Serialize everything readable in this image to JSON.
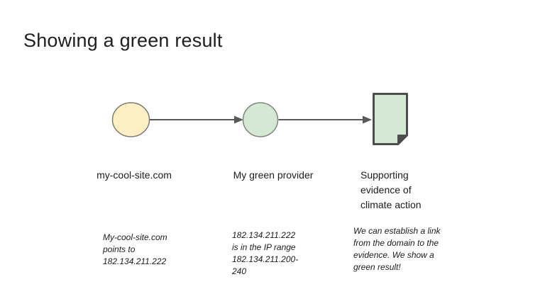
{
  "slide": {
    "title": "Showing a green result"
  },
  "diagram": {
    "arrow_color": "#595959",
    "nodes": [
      {
        "id": "domain",
        "shape": "circle",
        "label": "my-cool-site.com",
        "fill": "#fdf0c5",
        "stroke": "#7d7d76"
      },
      {
        "id": "provider",
        "shape": "circle",
        "label": "My green provider",
        "fill": "#d5e8d4",
        "stroke": "#7d8a7d"
      },
      {
        "id": "evidence",
        "shape": "document",
        "label": "Supporting\nevidence of\nclimate action",
        "fill": "#d5e8d4",
        "stroke": "#4d4d4d"
      }
    ],
    "annotations": [
      {
        "text": "My-cool-site.com\npoints to\n182.134.211.222"
      },
      {
        "text": "182.134.211.222\nis in the IP range\n182.134.211.200-\n240"
      },
      {
        "text": "We can establish a link\nfrom the domain to the\nevidence. We show a\ngreen result!"
      }
    ]
  }
}
